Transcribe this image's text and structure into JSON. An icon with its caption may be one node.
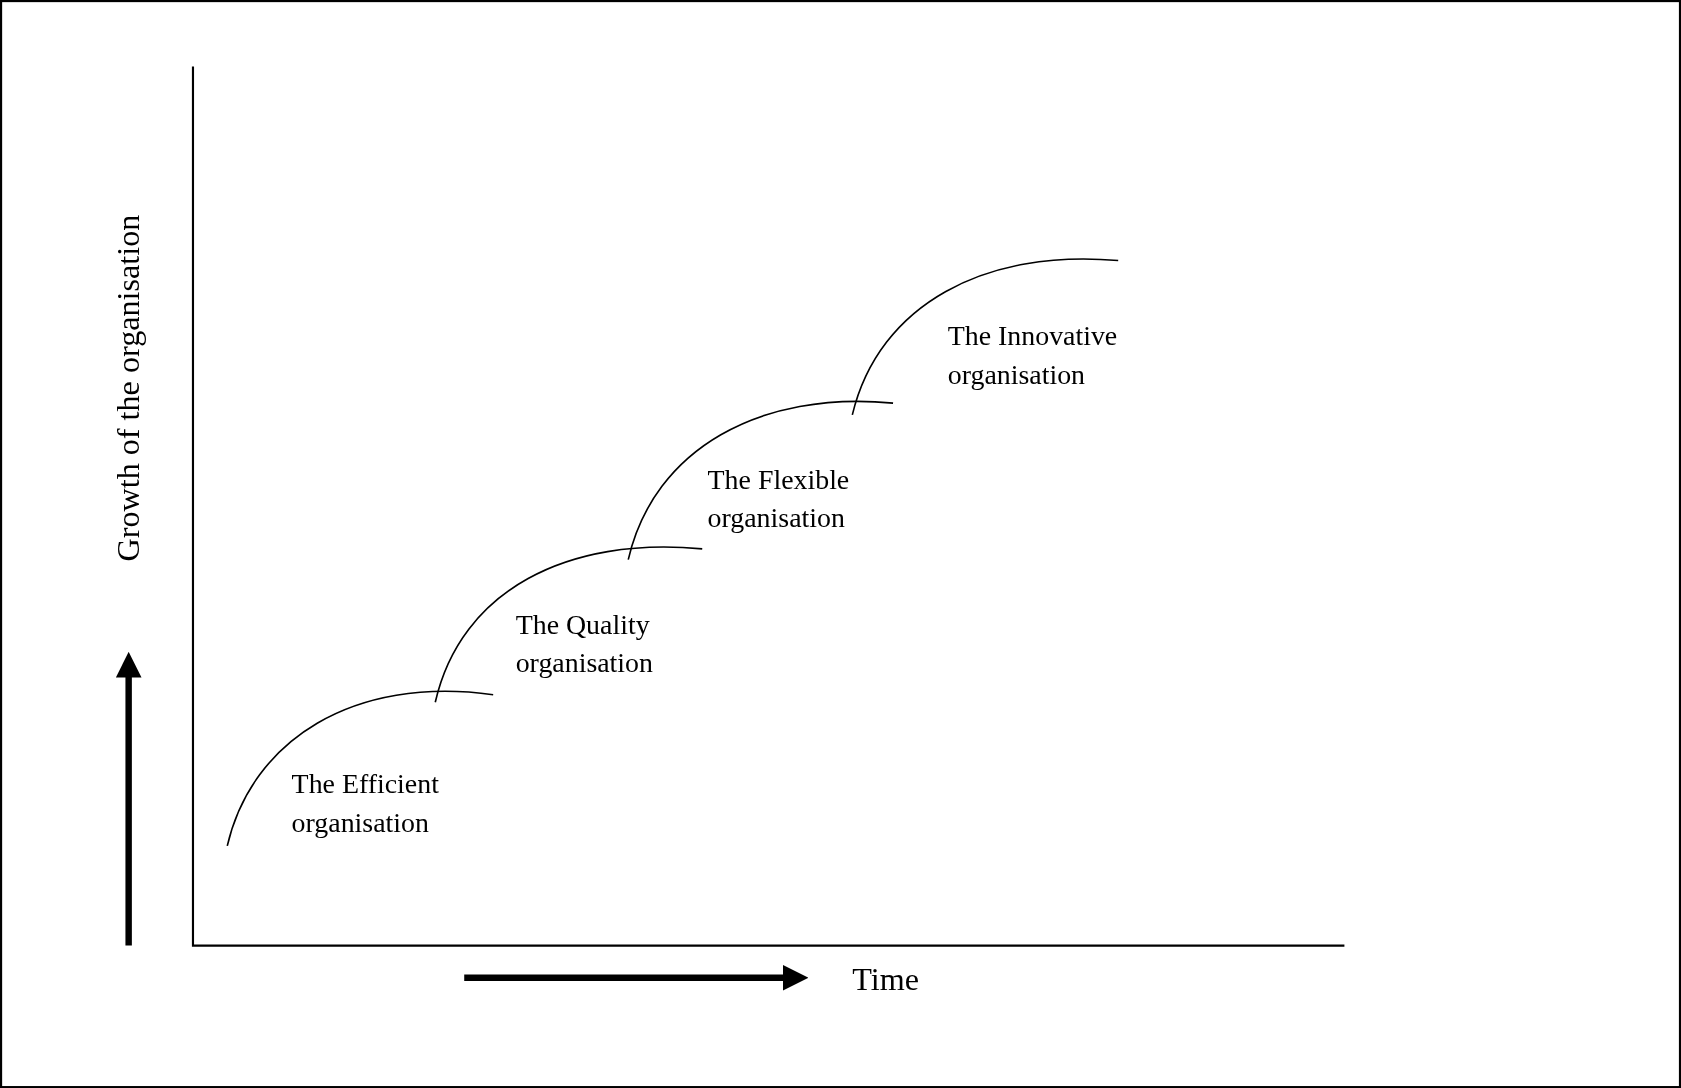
{
  "diagram": {
    "labels": [
      "Growth of the organisation",
      "The Innovative organisation",
      "The Flexible organisation",
      "The Quality organisation",
      "The Efficient organisation",
      "Time"
    ]
  }
}
